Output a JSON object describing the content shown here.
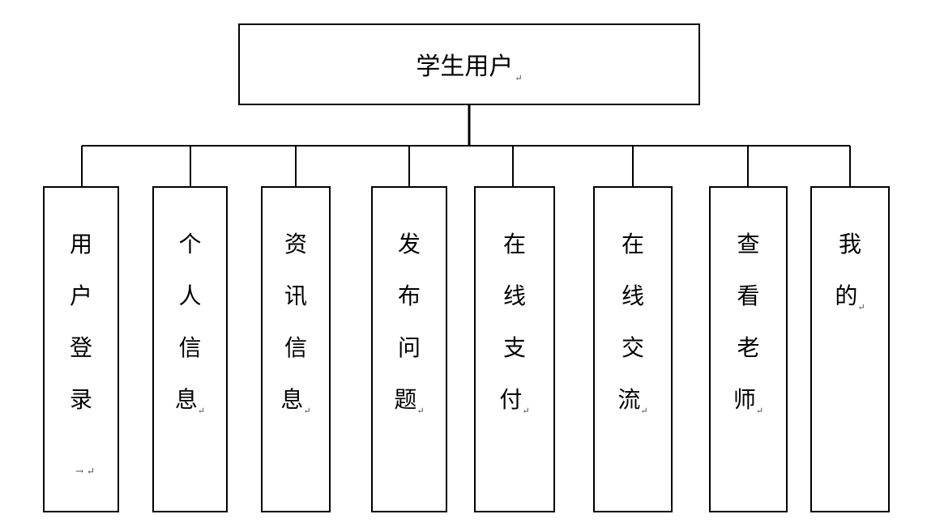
{
  "root": {
    "label": "学生用户",
    "mark": "↵"
  },
  "children": [
    {
      "id": "user-login",
      "chars": [
        "用",
        "户",
        "登",
        "录"
      ],
      "mark": "",
      "tail": "→ ↵"
    },
    {
      "id": "personal-info",
      "chars": [
        "个",
        "人",
        "信",
        "息"
      ],
      "mark": "↵",
      "tail": ""
    },
    {
      "id": "news-info",
      "chars": [
        "资",
        "讯",
        "信",
        "息"
      ],
      "mark": "↵",
      "tail": ""
    },
    {
      "id": "post-question",
      "chars": [
        "发",
        "布",
        "问",
        "题"
      ],
      "mark": "↵",
      "tail": ""
    },
    {
      "id": "online-pay",
      "chars": [
        "在",
        "线",
        "支",
        "付"
      ],
      "mark": "↵",
      "tail": ""
    },
    {
      "id": "online-chat",
      "chars": [
        "在",
        "线",
        "交",
        "流"
      ],
      "mark": "↵",
      "tail": ""
    },
    {
      "id": "view-teacher",
      "chars": [
        "查",
        "看",
        "老",
        "师"
      ],
      "mark": "↵",
      "tail": ""
    },
    {
      "id": "mine",
      "chars": [
        "我",
        "的"
      ],
      "mark": "↵",
      "tail": ""
    }
  ]
}
